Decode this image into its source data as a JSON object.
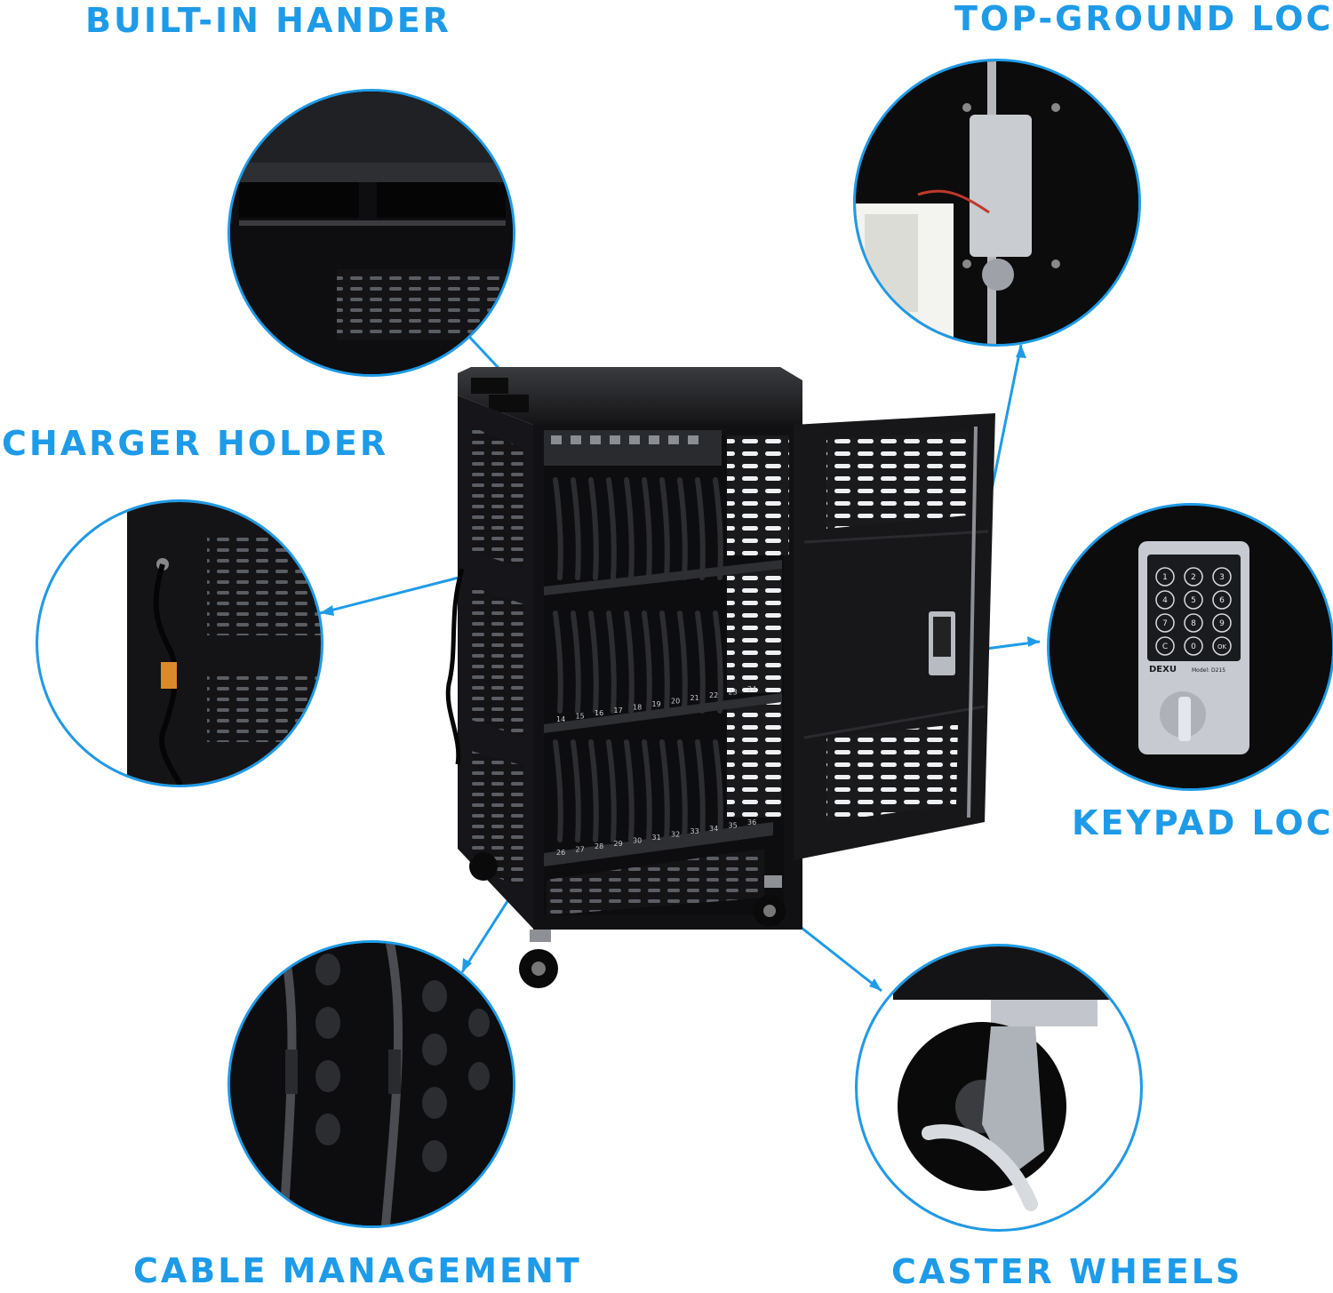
{
  "colors": {
    "accent": "#1e9be8",
    "cabinet": "#141416",
    "background": "#ffffff"
  },
  "labels": {
    "built_in_handle": "BUILT-IN HANDER",
    "top_ground_lock": "TOP-GROUND LOCK",
    "charger_holder": "CHARGER HOLDER",
    "keypad_lock": "KEYPAD LOCK",
    "cable_management": "CABLE MANAGEMENT",
    "caster_wheels": "CASTER WHEELS"
  },
  "keypad": {
    "brand": "DEXU",
    "model": "Model: D215",
    "keys": [
      "1",
      "2",
      "3",
      "4",
      "5",
      "6",
      "7",
      "8",
      "9",
      "C",
      "0",
      "OK"
    ]
  },
  "slot_numbers": {
    "middle_shelf": [
      "14",
      "15",
      "16",
      "17",
      "18",
      "19",
      "20",
      "21",
      "22",
      "23",
      "24"
    ],
    "bottom_shelf": [
      "26",
      "27",
      "28",
      "29",
      "30",
      "31",
      "32",
      "33",
      "34",
      "35",
      "36"
    ]
  }
}
